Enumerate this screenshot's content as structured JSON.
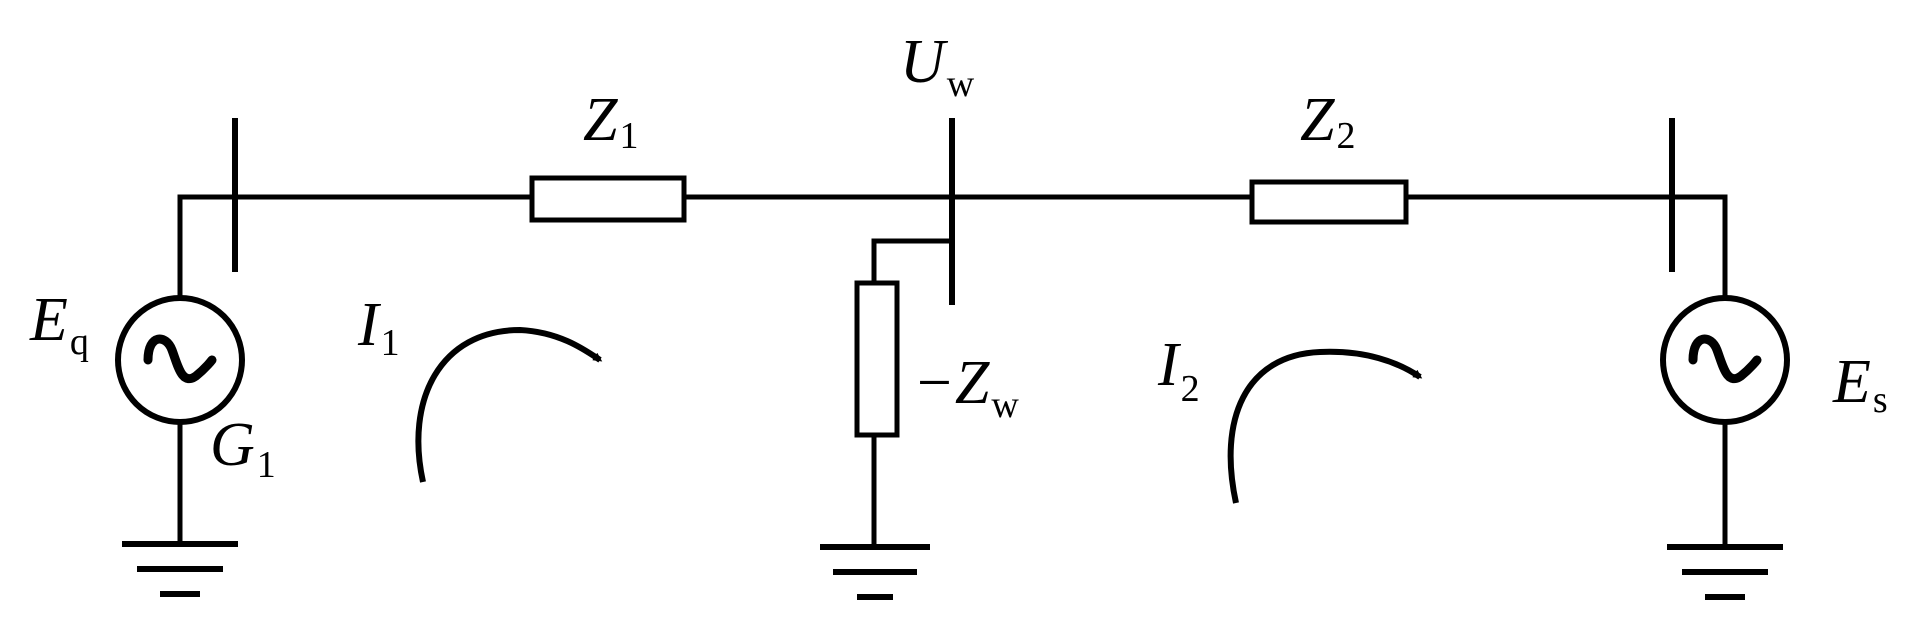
{
  "labels": {
    "z1": {
      "main": "Z",
      "sub": "1"
    },
    "z2": {
      "main": "Z",
      "sub": "2"
    },
    "uw": {
      "main": "U",
      "sub": "w"
    },
    "eq": {
      "main": "E",
      "sub": "q"
    },
    "es": {
      "main": "E",
      "sub": "s"
    },
    "g1": {
      "main": "G",
      "sub": "1"
    },
    "i1": {
      "main": "I",
      "sub": "1"
    },
    "i2": {
      "main": "I",
      "sub": "2"
    },
    "zw": {
      "main": "−Z",
      "sub": "w"
    }
  }
}
